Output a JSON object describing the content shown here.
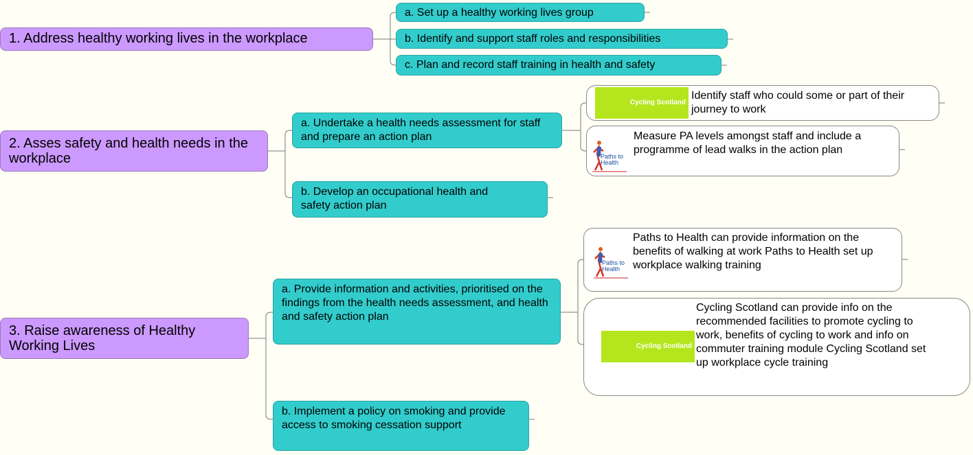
{
  "main": [
    {
      "label": "1. Address healthy working lives in the workplace"
    },
    {
      "label": "2. Asses safety and health needs in the workplace"
    },
    {
      "label": "3. Raise awareness of Healthy Working Lives"
    }
  ],
  "subs": [
    {
      "label": "a. Set up a healthy working lives group"
    },
    {
      "label": "b. Identify and support staff roles and responsibilities"
    },
    {
      "label": "c. Plan and record staff training in health and safety"
    },
    {
      "label": "a. Undertake a health needs assessment for staff and prepare an action plan"
    },
    {
      "label": "b. Develop an occupational health and safety action plan"
    },
    {
      "label": "a. Provide information and activities, prioritised on the findings from the health needs assessment, and health and safety action plan"
    },
    {
      "label": "b. Implement a policy on smoking and provide access to smoking cessation support"
    }
  ],
  "resources": [
    {
      "text": "Identify staff who could some or part of their journey to work",
      "logo": "Cycling Scotland"
    },
    {
      "text": "Measure PA levels amongst staff and include a programme of lead walks in the action plan",
      "logo": "Paths to Health"
    },
    {
      "text": "Paths to Health can provide information on the benefits of walking at work Paths to Health set up workplace walking training",
      "logo": "Paths to Health"
    },
    {
      "text": "Cycling Scotland can provide info on the recommended facilities to promote cycling to work, benefits of cycling to work and info on commuter training module Cycling Scotland set up workplace cycle training",
      "logo": "Cycling Scotland"
    }
  ],
  "colors": {
    "background": "#fffff6",
    "main_topic": "#cc99ff",
    "subtopic": "#33cccc",
    "connector": "#7a7a7a",
    "cycling_logo": "#b5e61d"
  }
}
